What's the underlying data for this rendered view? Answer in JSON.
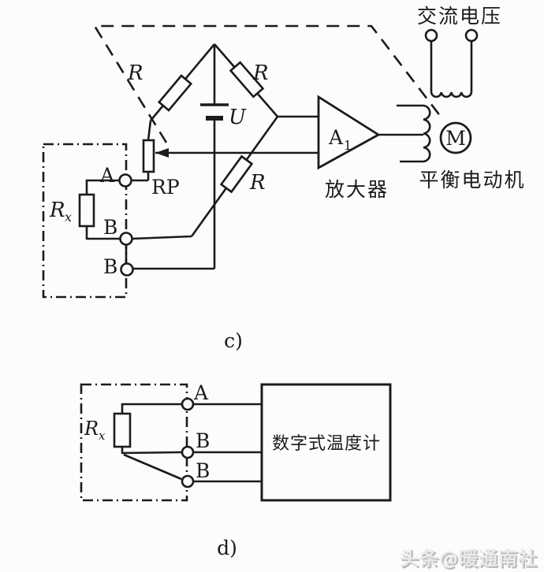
{
  "diagram_c": {
    "label": "c)",
    "bridge": {
      "r_left": "R",
      "r_right": "R",
      "r_bottom": "R",
      "supply_label": "U",
      "potentiometer_label": "RP"
    },
    "sensor": {
      "rx_main": "R",
      "rx_sub": "x",
      "terminal_a": "A",
      "terminal_b1": "B",
      "terminal_b2": "B"
    },
    "amplifier": {
      "symbol_main": "A",
      "symbol_sub": "1",
      "caption": "放大器"
    },
    "motor": {
      "symbol": "M",
      "caption": "平衡电动机"
    },
    "ac_supply": {
      "caption": "交流电压"
    }
  },
  "diagram_d": {
    "label": "d)",
    "sensor": {
      "rx_main": "R",
      "rx_sub": "x",
      "terminal_a": "A",
      "terminal_b1": "B",
      "terminal_b2": "B"
    },
    "instrument": {
      "caption": "数字式温度计"
    }
  },
  "watermark": "头条@暖通南社",
  "colors": {
    "line": "#1b1b1b",
    "background": "#fcfcfb",
    "watermark": "#e9e9e9"
  }
}
